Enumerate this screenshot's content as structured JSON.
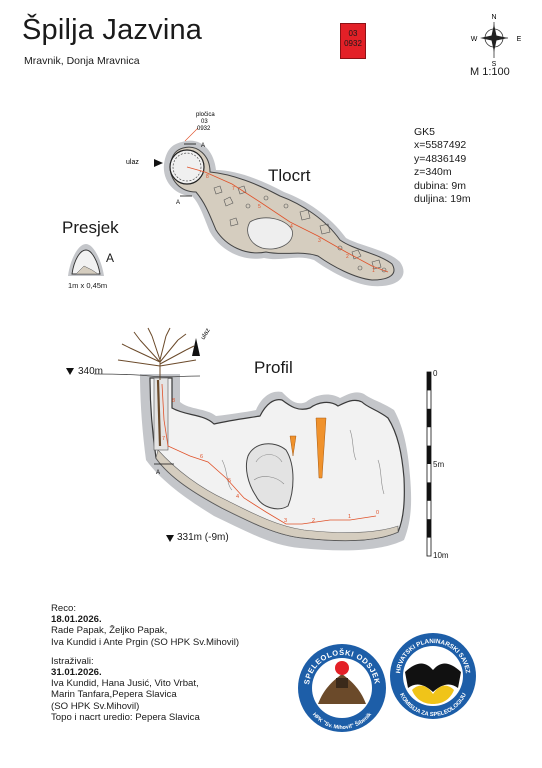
{
  "header": {
    "title": "Špilja Jazvina",
    "location": "Mravnik, Donja Mravnica",
    "tag_line1": "03",
    "tag_line2": "0932",
    "scale": "M 1:100"
  },
  "compass": {
    "n": "N",
    "s": "S",
    "e": "E",
    "w": "W"
  },
  "coords": {
    "system": "GK5",
    "x": "x=5587492",
    "y": "y=4836149",
    "z": "z=340m",
    "depth": "dubina: 9m",
    "length": "duljina: 19m"
  },
  "plan": {
    "label": "Tlocrt",
    "entrance": "ulaz",
    "plaque": "pločica",
    "plaque_l1": "03",
    "plaque_l2": "0932",
    "section_marker": "A"
  },
  "section": {
    "label": "Presjek",
    "letter": "A",
    "dims": "1m x 0,45m"
  },
  "profile": {
    "label": "Profil",
    "entrance": "ulaz",
    "elev_top": "340m",
    "elev_bottom": "331m (-9m)",
    "section_marker": "A",
    "scale_0": "0",
    "scale_5": "5m",
    "scale_10": "10m",
    "stations": [
      "0",
      "1",
      "2",
      "3",
      "4",
      "5",
      "6",
      "7",
      "8"
    ]
  },
  "credits": {
    "reco_label": "Reco:",
    "reco_date": "18.01.2026.",
    "reco_l1": "Rade Papak, Željko Papak,",
    "reco_l2": "Iva Kundid i Ante Prgin (SO HPK Sv.Mihovil)",
    "expl_label": "Istraživali:",
    "expl_date": "31.01.2026.",
    "expl_l1": "Iva Kundid, Hana Jusić, Vito Vrbat,",
    "expl_l2": "Marin Tanfara,Pepera Slavica",
    "expl_l3": "(SO HPK Sv.Mihovil)",
    "expl_l4": "Topo i nacrt uredio: Pepera Slavica"
  },
  "logos": {
    "left_top": "SPELEOLOŠKI ODSJEK",
    "left_bottom": "HPK \"Sv. Mihovil\" Šibenik",
    "right_top": "HRVATSKI PLANINARSKI SAVEZ",
    "right_bottom": "KOMISIJA ZA SPELEOLOGIJU"
  },
  "colors": {
    "cave_outline": "#c2c4c8",
    "cave_floor": "#d3cbbd",
    "cave_void": "#f2f2f2",
    "survey_line": "#e0522a",
    "stalactite": "#f0922c",
    "tag_red": "#e32027",
    "logo_blue": "#1d5ea8"
  }
}
